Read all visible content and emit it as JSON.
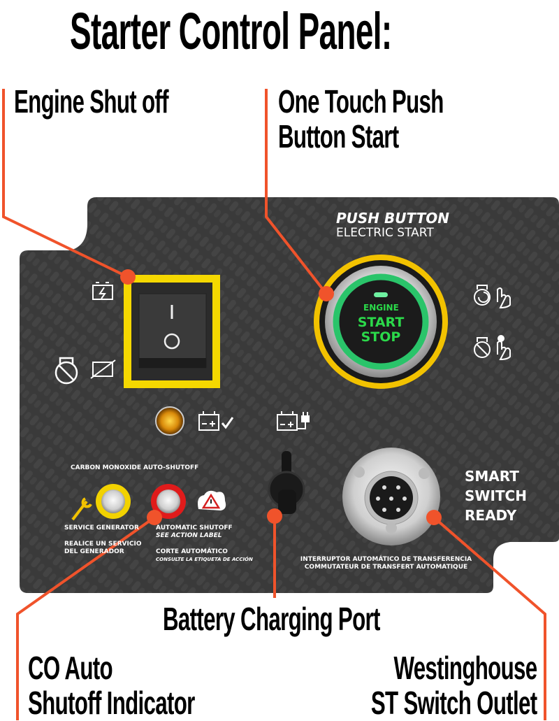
{
  "title": "Starter Control Panel:",
  "callouts": {
    "engine_shutoff": "Engine Shut off",
    "push_start_line1": "One Touch Push",
    "push_start_line2": "Button Start",
    "battery_port": "Battery Charging Port",
    "co_line1": "CO Auto",
    "co_line2": "Shutoff Indicator",
    "west_line1": "Westinghouse",
    "west_line2": "ST Switch Outlet"
  },
  "panel": {
    "push_heading": "PUSH BUTTON",
    "push_sub": "ELECTRIC START",
    "button_engine": "ENGINE",
    "button_start": "START",
    "button_stop": "STOP",
    "switch_on_glyph": "I",
    "switch_off_glyph": "O",
    "co_heading": "CARBON MONOXIDE AUTO-SHUTOFF",
    "service_en": "SERVICE GENERATOR",
    "service_es_1": "REALICE UN SERVICIO",
    "service_es_2": "DEL GENERADOR",
    "shutoff_en": "AUTOMATIC SHUTOFF",
    "shutoff_en_sub": "SEE ACTION LABEL",
    "shutoff_es": "CORTE AUTOMÁTICO",
    "shutoff_es_sub": "CONSULTE LA ETIQUETA DE ACCIÓN",
    "smart_1": "SMART",
    "smart_2": "SWITCH",
    "smart_3": "READY",
    "transfer_es": "INTERRUPTOR AUTOMÁTICO DE TRANSFERENCIA",
    "transfer_fr": "COMMUTATEUR DE TRANSFERT AUTOMATIQUE"
  },
  "colors": {
    "callout_line": "#f0532b",
    "panel_bg": "#3a3a3a",
    "switch_frame": "#f5d800",
    "button_green": "#2bd94a",
    "co_yellow": "#f2d200",
    "co_red": "#e01b1b"
  }
}
